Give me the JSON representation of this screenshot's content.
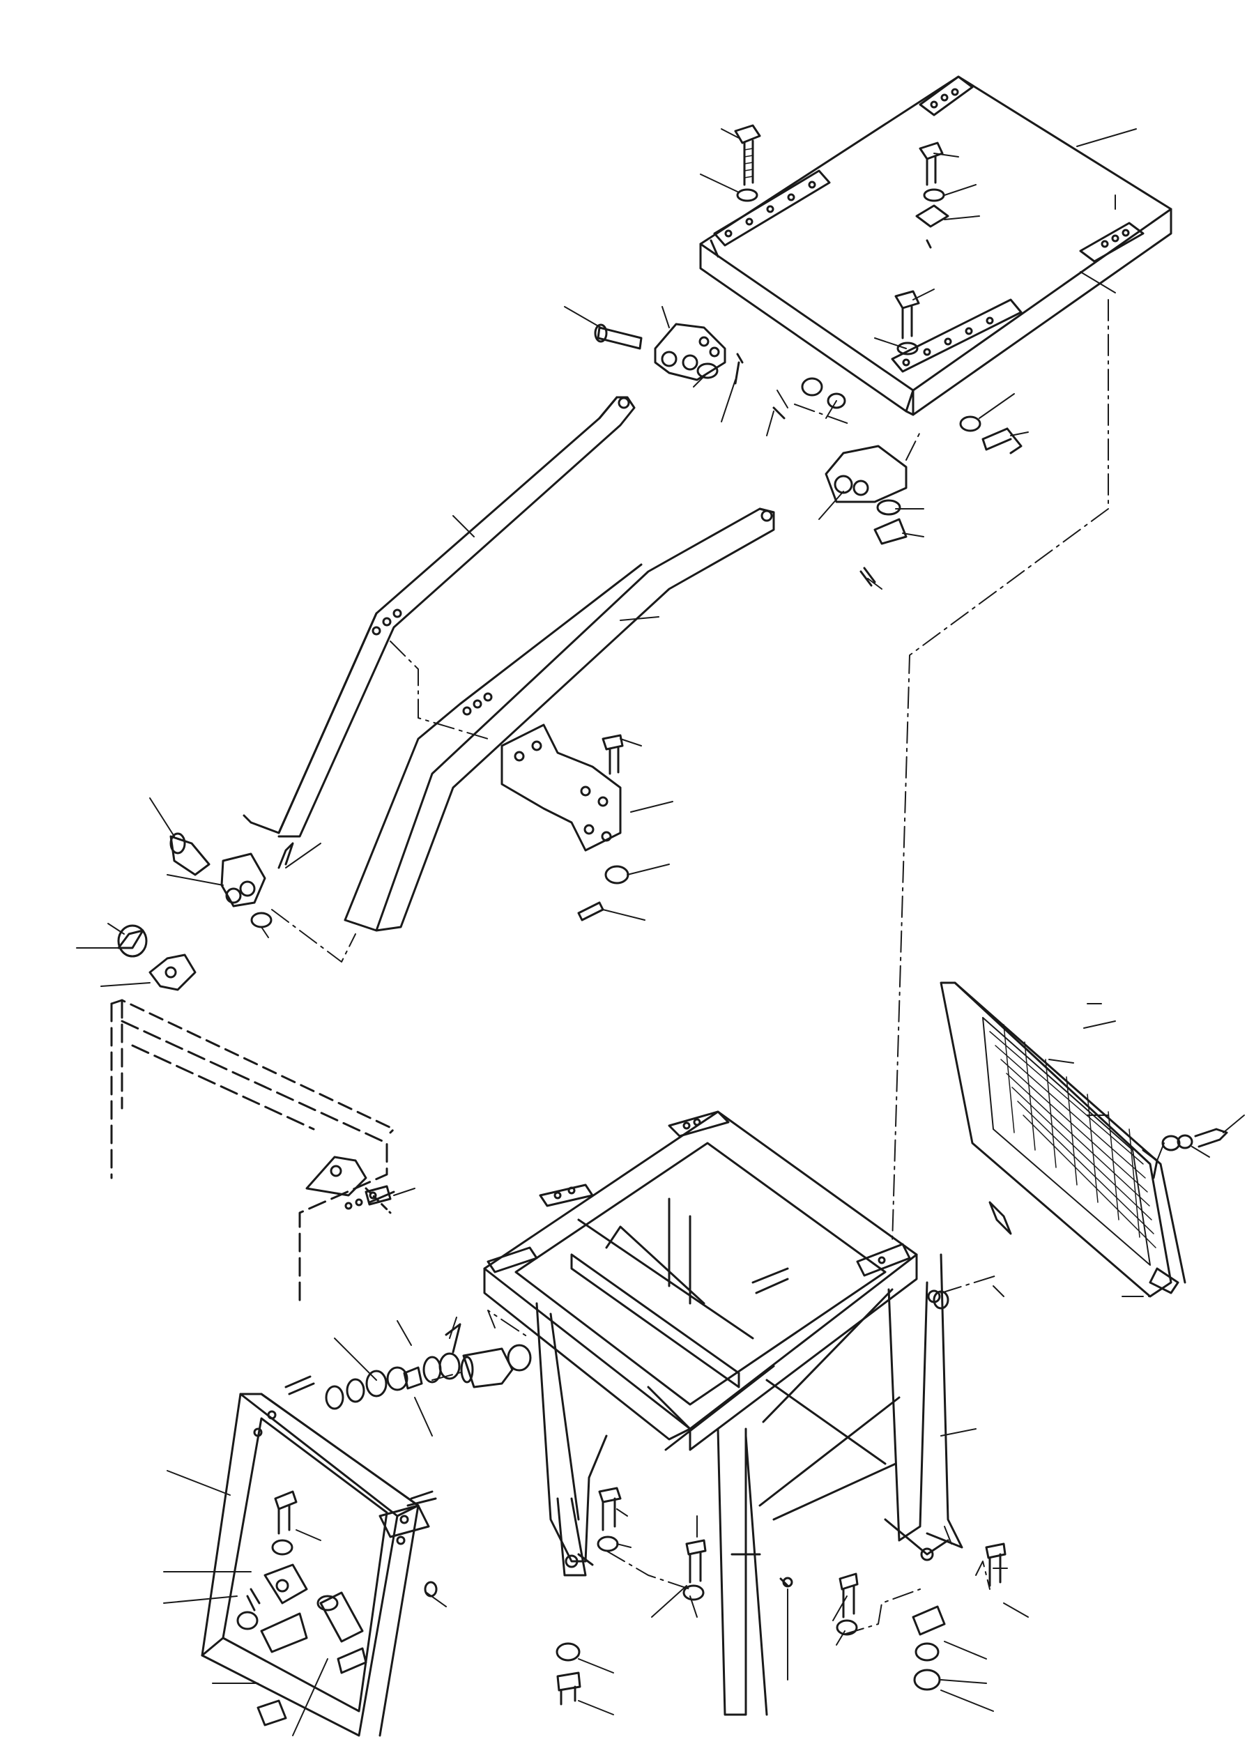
{
  "diagram": {
    "type": "exploded-parts-drawing",
    "colors": {
      "ink": "#1a1a1a",
      "paper": "#ffffff"
    },
    "parts": [
      "canopy-roof",
      "front-left-post",
      "front-right-post",
      "center-crossbrace",
      "rear-frame",
      "mesh-screen-guard",
      "side-frame",
      "hinge-bracket-upper",
      "hinge-bracket-right",
      "bolt-washer-nut-sets",
      "spring-bushing-assembly"
    ]
  }
}
